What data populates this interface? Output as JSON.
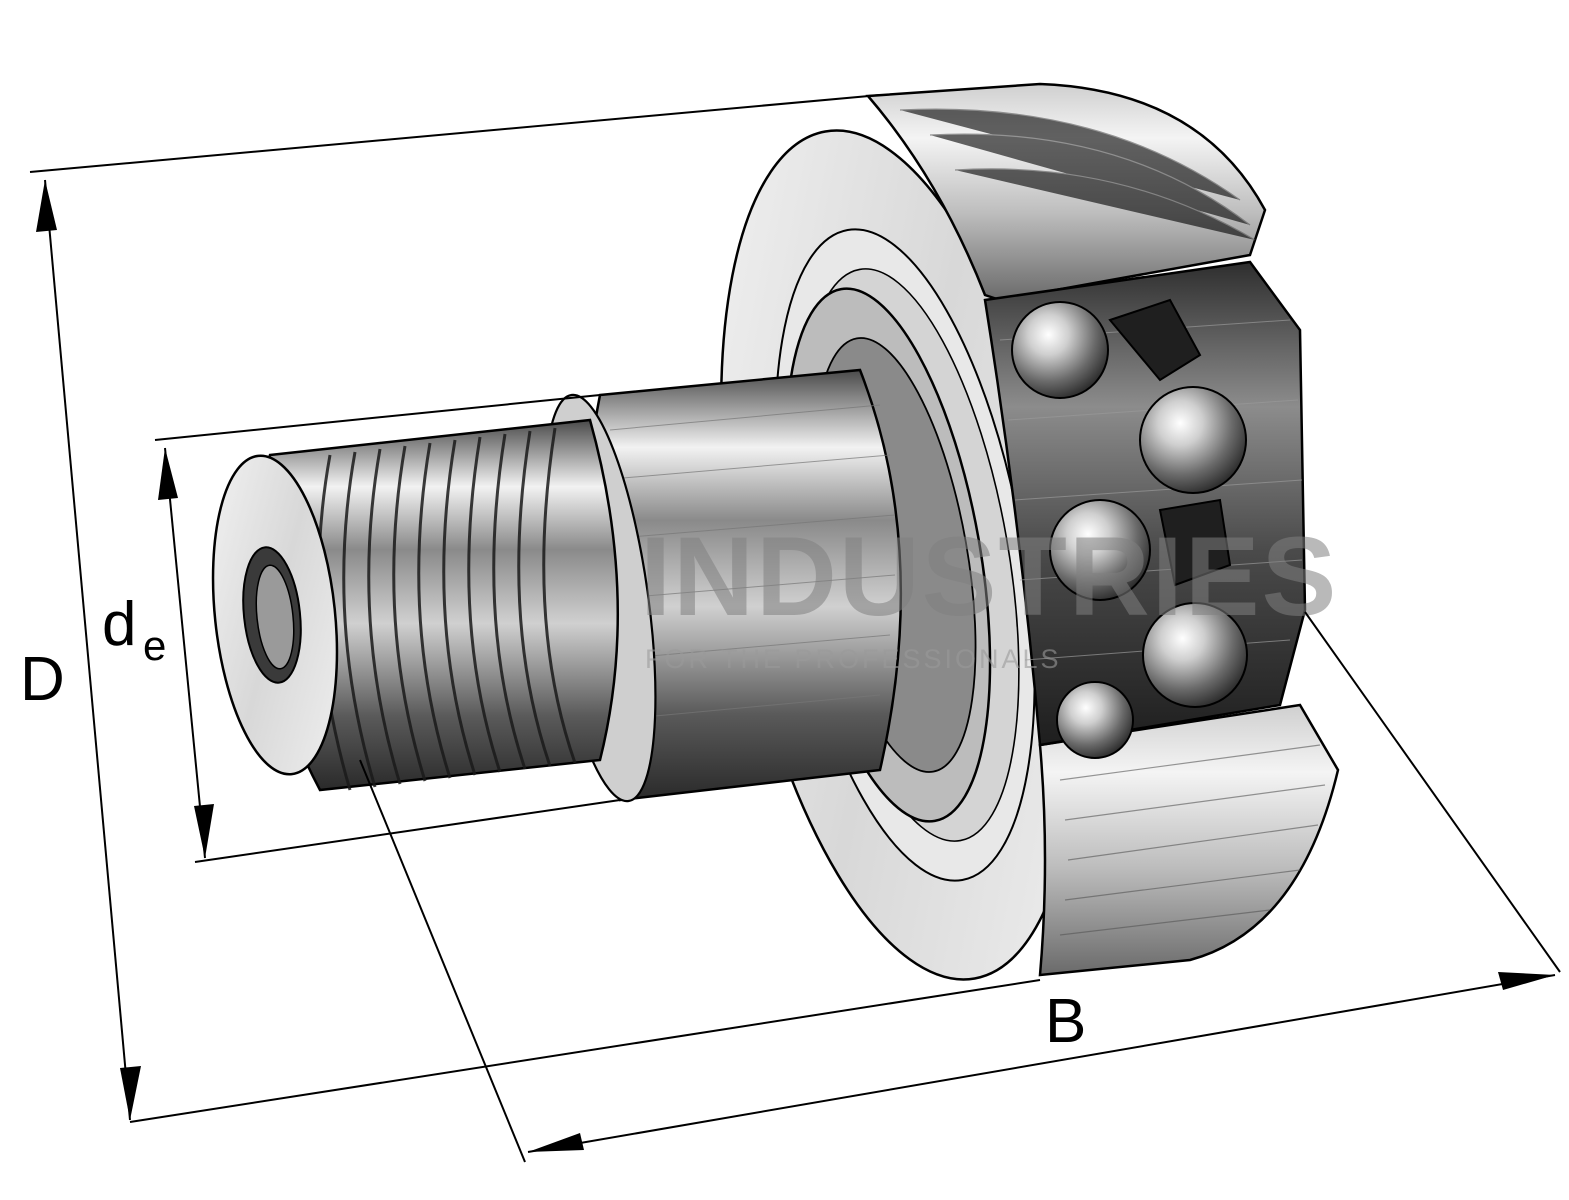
{
  "diagram": {
    "dimensions": {
      "D": "D",
      "de_main": "d",
      "de_sub": "e",
      "B": "B"
    },
    "watermark": {
      "main": "INDUSTRIES",
      "sub": "FOR THE PROFESSIONALS"
    },
    "colors": {
      "line": "#000000",
      "metal_light": "#e6e6e6",
      "metal_mid": "#9a9a9a",
      "metal_dark": "#3c3c3c"
    }
  }
}
